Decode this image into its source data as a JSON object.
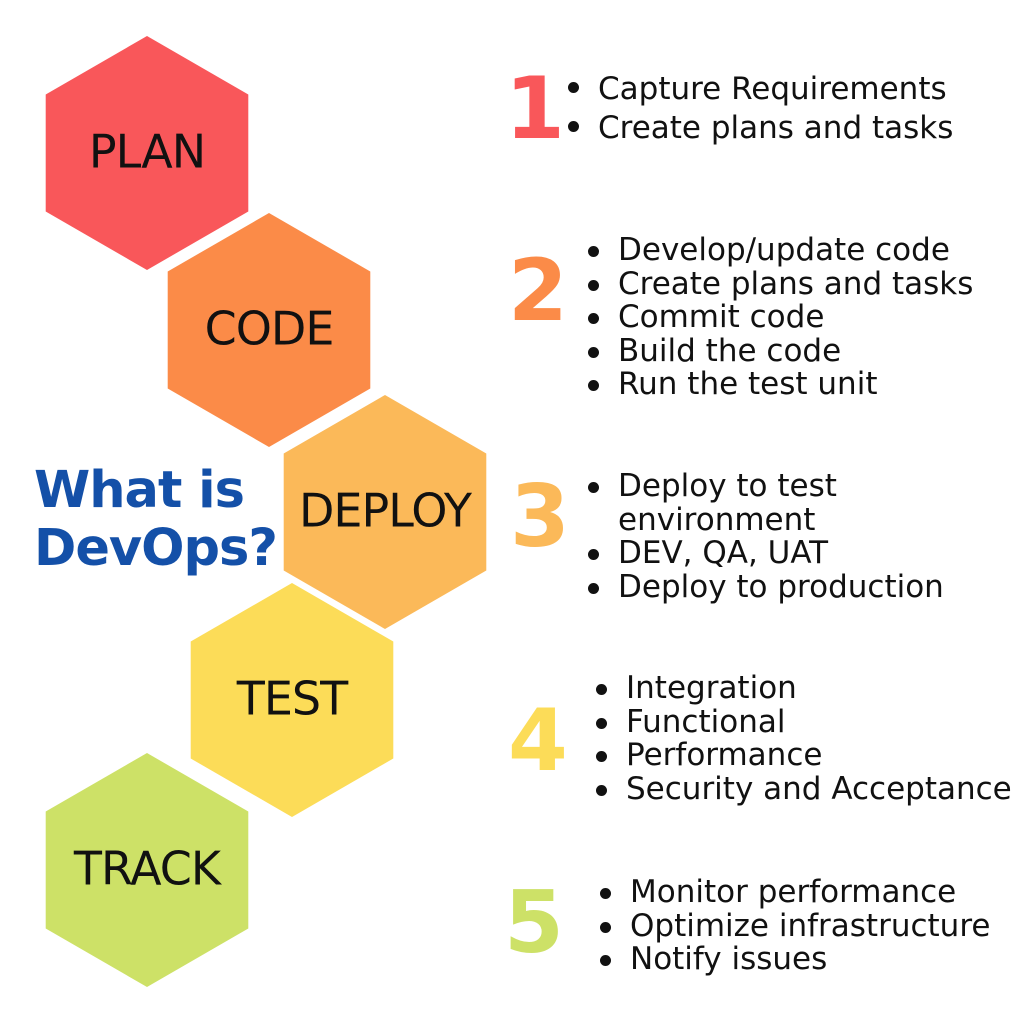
{
  "title": {
    "line1": "What is",
    "line2": "DevOps?"
  },
  "stages": [
    {
      "label": "PLAN",
      "color": "#f9575a"
    },
    {
      "label": "CODE",
      "color": "#fb8b48"
    },
    {
      "label": "DEPLOY",
      "color": "#fbb959"
    },
    {
      "label": "TEST",
      "color": "#fcdc58"
    },
    {
      "label": "TRACK",
      "color": "#cde167"
    }
  ],
  "steps": [
    {
      "number": "1",
      "color": "#f9575a",
      "items": [
        "Capture Requirements",
        "Create plans and tasks"
      ]
    },
    {
      "number": "2",
      "color": "#fb8b48",
      "items": [
        "Develop/update code",
        "Create plans and tasks",
        "Commit code",
        "Build the code",
        "Run the test unit"
      ]
    },
    {
      "number": "3",
      "color": "#fbb959",
      "items": [
        "Deploy to test",
        "environment",
        "DEV, QA, UAT",
        "Deploy to production"
      ]
    },
    {
      "number": "4",
      "color": "#fcdc58",
      "items": [
        "Integration",
        "Functional",
        "Performance",
        "Security and Acceptance"
      ]
    },
    {
      "number": "5",
      "color": "#cde167",
      "items": [
        "Monitor performance",
        "Optimize infrastructure",
        "Notify issues"
      ]
    }
  ]
}
